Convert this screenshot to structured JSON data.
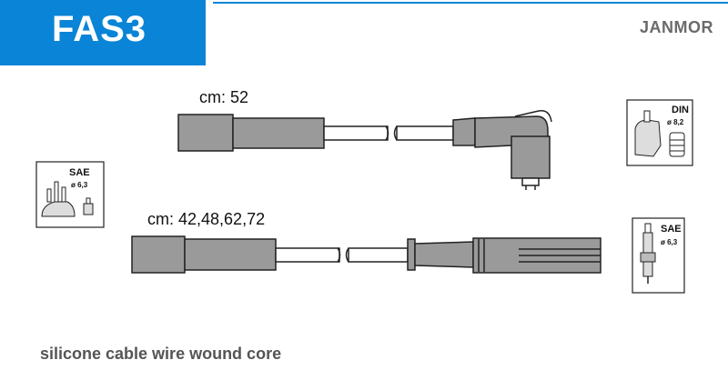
{
  "header": {
    "code": "FAS3",
    "brand": "JANMOR",
    "accent_color": "#0a84d6"
  },
  "cables": [
    {
      "length_label": "cm: 52"
    },
    {
      "length_label": "cm: 42,48,62,72"
    }
  ],
  "icons": {
    "distributor": {
      "name": "distributor-cap-icon",
      "standard": "SAE",
      "diameter": "ø 6,3"
    },
    "coil": {
      "name": "ignition-coil-icon",
      "standard": "DIN",
      "diameter": "ø 8,2"
    },
    "spark_plug": {
      "name": "spark-plug-icon",
      "standard": "SAE",
      "diameter": "ø 6,3"
    }
  },
  "footer": "silicone cable wire wound core"
}
